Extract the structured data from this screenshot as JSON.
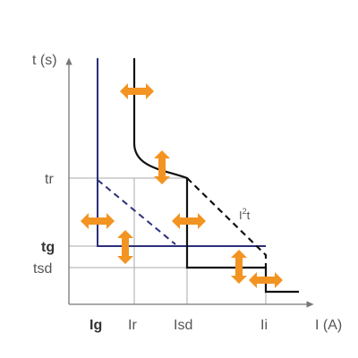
{
  "axes": {
    "y_label": "t (s)",
    "x_label": "I (A)"
  },
  "y_ticks": {
    "tr": "tr",
    "tg": "tg",
    "tsd": "tsd"
  },
  "x_ticks": {
    "ig": "Ig",
    "ir": "Ir",
    "isd": "Isd",
    "ii": "Ii"
  },
  "annotations": {
    "i2t_base": "I",
    "i2t_sup": "2",
    "i2t_tail": "t"
  },
  "colors": {
    "axis": "#777777",
    "grid": "#aaaaaa",
    "curve_main": "#111111",
    "curve_ground": "#2b2f7a",
    "arrow": "#f39322"
  },
  "icons": {
    "adjust_arrow_horizontal": "double-arrow-horizontal-icon",
    "adjust_arrow_vertical": "double-arrow-vertical-icon"
  }
}
